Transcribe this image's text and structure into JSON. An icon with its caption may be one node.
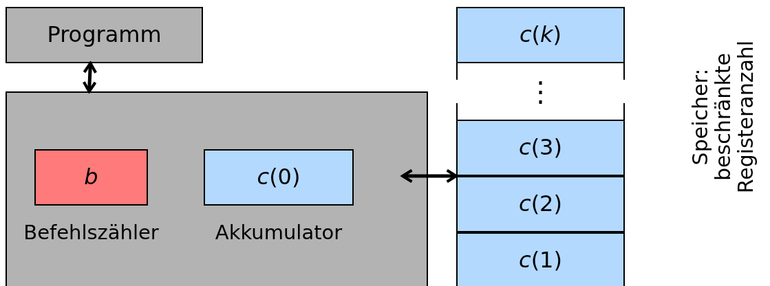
{
  "diagram": {
    "nodes": [
      {
        "text": [
          "Programm"
        ]
      },
      {
        "text": [],
        "shape": "box"
      },
      {
        "text": [
          "b"
        ],
        "in": 1,
        "beside": [
          "Befehlszähler"
        ]
      },
      {
        "text": [
          "*c*(0)"
        ],
        "in": 1,
        "beside": [
          "Akkumulator"
        ]
      },
      {
        "text": [
          "*c*(*k*)"
        ]
      },
      {
        "text": [
          "⋮"
        ]
      },
      {
        "text": [
          "*c*(3)"
        ]
      },
      {
        "text": [
          "*c*(2)"
        ]
      },
      {
        "text": [
          "*c*(1)"
        ]
      }
    ],
    "edges": [
      {
        "from": 0,
        "to": 1,
        "arrow": "both"
      },
      {
        "from": 1,
        "to": 6,
        "arrow": "both"
      }
    ],
    "labels": [
      "Speicher: beschränkte Registeranzahl"
    ]
  }
}
